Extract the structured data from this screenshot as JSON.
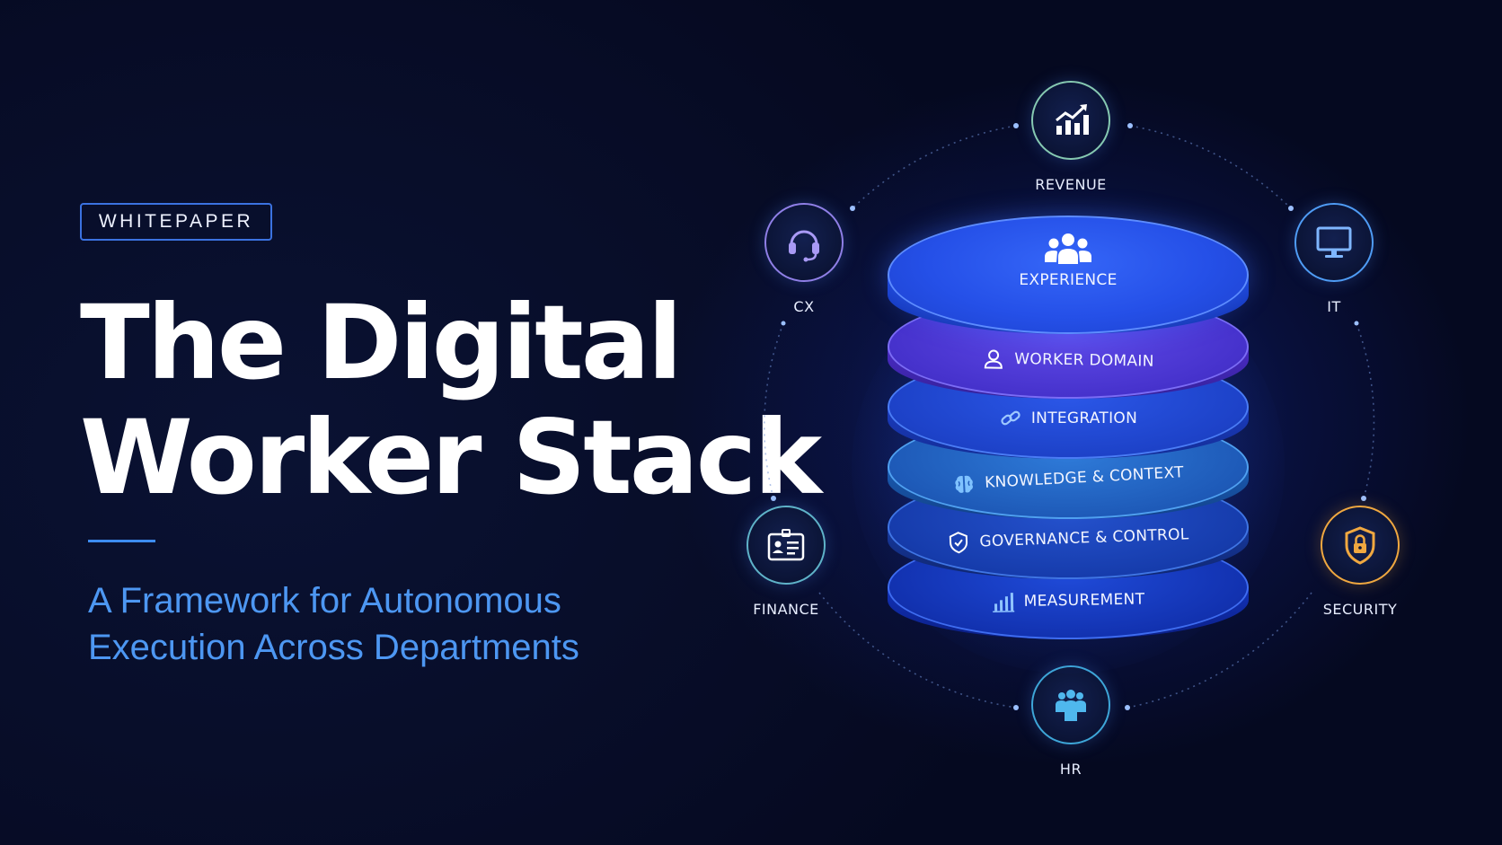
{
  "badge": "WHITEPAPER",
  "title": {
    "line1": "The Digital",
    "line2": "Worker Stack"
  },
  "subtitle": {
    "line1": "A Framework for Autonomous",
    "line2": "Execution Across Departments"
  },
  "departments": {
    "revenue": {
      "label": "REVENUE",
      "icon": "chart-up-icon",
      "color": "#86c9b2"
    },
    "cx": {
      "label": "CX",
      "icon": "headset-icon",
      "color": "#8f7fe6"
    },
    "it": {
      "label": "IT",
      "icon": "monitor-icon",
      "color": "#4f9cf5"
    },
    "finance": {
      "label": "FINANCE",
      "icon": "id-card-icon",
      "color": "#5fb3c9"
    },
    "security": {
      "label": "SECURITY",
      "icon": "lock-shield-icon",
      "color": "#f0a840"
    },
    "hr": {
      "label": "HR",
      "icon": "people-icon",
      "color": "#3ea6d8"
    }
  },
  "stack": {
    "experience": {
      "label": "EXPERIENCE",
      "icon": "team-icon"
    },
    "worker_domain": {
      "label": "WORKER DOMAIN",
      "icon": "user-icon"
    },
    "integration": {
      "label": "INTEGRATION",
      "icon": "link-icon"
    },
    "knowledge": {
      "label": "KNOWLEDGE & CONTEXT",
      "icon": "brain-icon"
    },
    "governance": {
      "label": "GOVERNANCE & CONTROL",
      "icon": "shield-check-icon"
    },
    "measurement": {
      "label": "MEASUREMENT",
      "icon": "bar-chart-icon"
    }
  },
  "colors": {
    "background": "#060b24",
    "accent": "#3d8cf0",
    "subtitle": "#4d97f2"
  }
}
